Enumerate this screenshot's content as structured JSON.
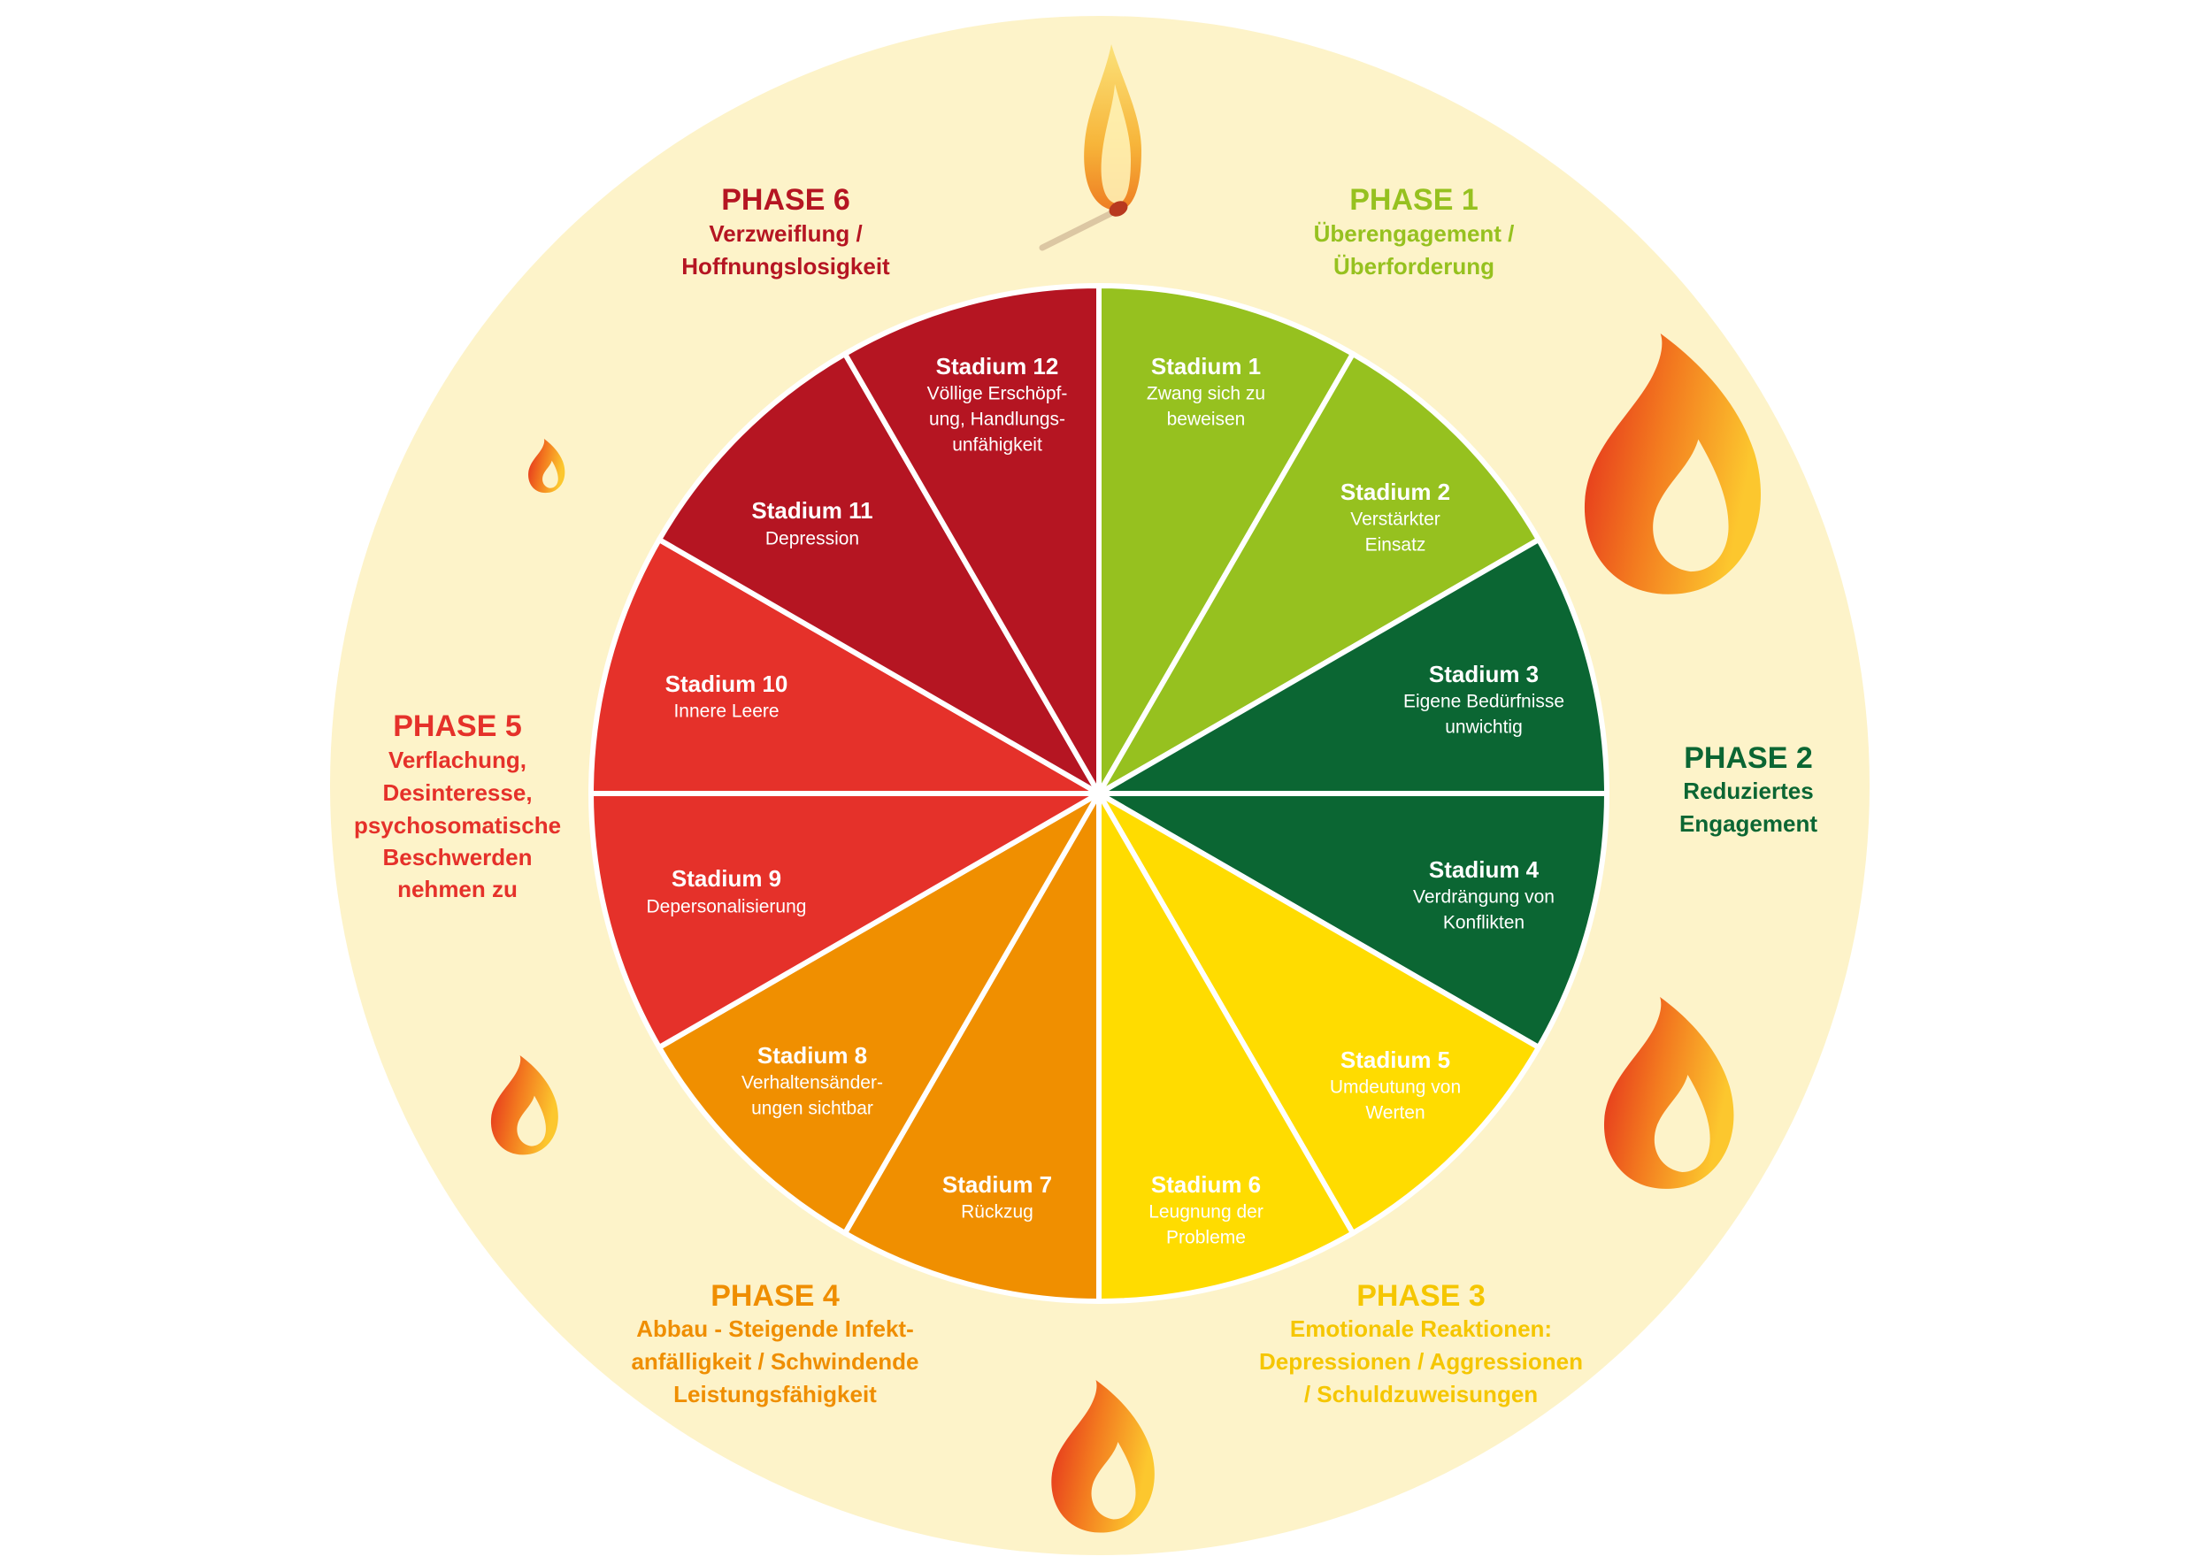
{
  "colors": {
    "background": "#fdf3c9",
    "label_text": "#ffffff",
    "separator": "#ffffff"
  },
  "icons": {
    "match": "match-icon",
    "flame": "flame-icon"
  },
  "phases": [
    {
      "title": "PHASE 1",
      "lines": [
        "Überengagement /",
        "Überforderung"
      ],
      "color": "#96c11f"
    },
    {
      "title": "PHASE 2",
      "lines": [
        "Reduziertes",
        "Engagement"
      ],
      "color": "#0b6633"
    },
    {
      "title": "PHASE 3",
      "lines": [
        "Emotionale Reaktionen:",
        "Depressionen / Aggressionen",
        "/ Schuldzuweisungen"
      ],
      "color": "#f5c600"
    },
    {
      "title": "PHASE 4",
      "lines": [
        "Abbau - Steigende Infekt-",
        "anfälligkeit / Schwindende",
        "Leistungsfähigkeit"
      ],
      "color": "#ef8e00"
    },
    {
      "title": "PHASE 5",
      "lines": [
        "Verflachung,",
        "Desinteresse,",
        "psychosomatische",
        "Beschwerden",
        "nehmen zu"
      ],
      "color": "#e5312a"
    },
    {
      "title": "PHASE 6",
      "lines": [
        "Verzweiflung /",
        "Hoffnungslosigkeit"
      ],
      "color": "#b51522"
    }
  ],
  "stadia": [
    {
      "title": "Stadium 1",
      "lines": [
        "Zwang sich zu",
        "beweisen"
      ],
      "color": "#96c11f"
    },
    {
      "title": "Stadium 2",
      "lines": [
        "Verstärkter",
        "Einsatz"
      ],
      "color": "#96c11f"
    },
    {
      "title": "Stadium 3",
      "lines": [
        "Eigene Bedürfnisse",
        "unwichtig"
      ],
      "color": "#0b6633"
    },
    {
      "title": "Stadium 4",
      "lines": [
        "Verdrängung von",
        "Konflikten"
      ],
      "color": "#0b6633"
    },
    {
      "title": "Stadium 5",
      "lines": [
        "Umdeutung von",
        "Werten"
      ],
      "color": "#ffdc00"
    },
    {
      "title": "Stadium 6",
      "lines": [
        "Leugnung der",
        "Probleme"
      ],
      "color": "#ffdc00"
    },
    {
      "title": "Stadium 7",
      "lines": [
        "Rückzug"
      ],
      "color": "#f08f00"
    },
    {
      "title": "Stadium 8",
      "lines": [
        "Verhaltensänder-",
        "ungen sichtbar"
      ],
      "color": "#f08f00"
    },
    {
      "title": "Stadium 9",
      "lines": [
        "Depersonalisierung"
      ],
      "color": "#e5312a"
    },
    {
      "title": "Stadium 10",
      "lines": [
        "Innere Leere"
      ],
      "color": "#e5312a"
    },
    {
      "title": "Stadium 11",
      "lines": [
        "Depression"
      ],
      "color": "#b51522"
    },
    {
      "title": "Stadium 12",
      "lines": [
        "Völlige Erschöpf-",
        "ung, Handlungs-",
        "unfähigkeit"
      ],
      "color": "#b51522"
    }
  ]
}
